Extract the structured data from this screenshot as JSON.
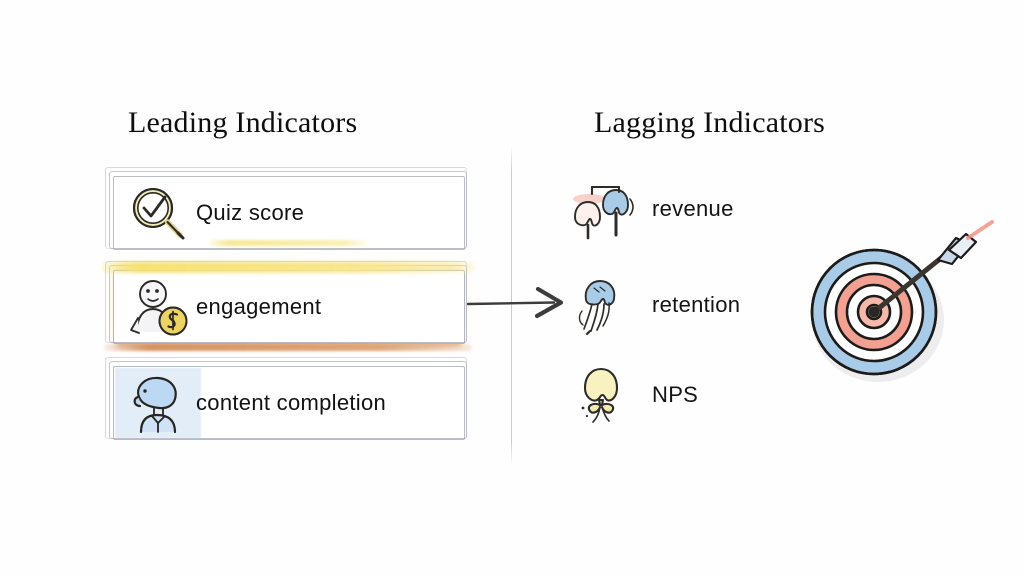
{
  "page": {
    "background_color": "#fefefe",
    "style": "hand-drawn sketch / whiteboard diagram"
  },
  "columns": {
    "leading": {
      "title": "Leading Indicators",
      "items": [
        {
          "label": "Quiz score",
          "icon": "magnifier-check-icon",
          "icon_color": "#efe49a",
          "highlighted": false,
          "marker_underline": true
        },
        {
          "label": "engagement",
          "icon": "person-money-icon",
          "icon_color": "#e8d45c",
          "highlighted": true,
          "highlight_top_color": "#f6e270",
          "highlight_bottom_color": "#d0854e"
        },
        {
          "label": "content completion",
          "icon": "person-bust-icon",
          "icon_color": "#bad4ee",
          "highlighted": false
        }
      ]
    },
    "lagging": {
      "title": "Lagging Indicators",
      "items": [
        {
          "label": "revenue",
          "icon": "balloons-pin-icon",
          "icon_color": "#9dc3e6"
        },
        {
          "label": "retention",
          "icon": "jellyfish-icon",
          "icon_color": "#9dc3e6"
        },
        {
          "label": "NPS",
          "icon": "balloon-bow-icon",
          "icon_color": "#f5efb4"
        }
      ]
    }
  },
  "connector": {
    "name": "flow-arrow",
    "direction": "left-to-right",
    "color": "#3c3c3c"
  },
  "divider": {
    "orientation": "vertical",
    "color": "#c6c8ce"
  },
  "target": {
    "name": "bullseye-with-arrow",
    "ring_colors": [
      "#9dc3e6",
      "#f2a091",
      "#9dc3e6",
      "#f2a091"
    ],
    "arrow_color": "#3b3530",
    "description": "archery target with arrow in the bullseye"
  }
}
